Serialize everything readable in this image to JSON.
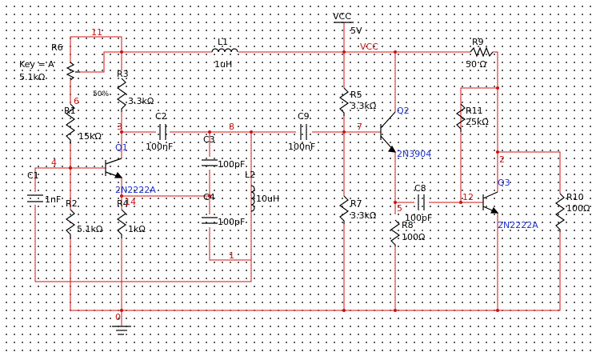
{
  "colors": {
    "wire": "#d01010",
    "component": "#000000",
    "transistor_label": "#1a2fd0",
    "net_label": "#d01010"
  },
  "supply": {
    "label": "VCC",
    "voltage": "5V",
    "net_name": "VCC"
  },
  "ground": {
    "icon": "ground-icon"
  },
  "nets": [
    "11",
    "6",
    "3",
    "4",
    "8",
    "14",
    "1",
    "7",
    "5",
    "12",
    "2",
    "0"
  ],
  "components": {
    "R6": {
      "ref": "R6",
      "key": "Key = A",
      "value": "5.1kΩ",
      "wiper": "50%"
    },
    "R1": {
      "ref": "R1",
      "value": "15kΩ"
    },
    "R2": {
      "ref": "R2",
      "value": "5.1kΩ"
    },
    "R3": {
      "ref": "R3",
      "value": "3.3kΩ"
    },
    "R4": {
      "ref": "R4",
      "value": "1kΩ"
    },
    "R5": {
      "ref": "R5",
      "value": "3.3kΩ"
    },
    "R7": {
      "ref": "R7",
      "value": "3.3kΩ"
    },
    "R8": {
      "ref": "R8",
      "value": "100Ω"
    },
    "R9": {
      "ref": "R9",
      "value": "50 Ω"
    },
    "R10": {
      "ref": "R10",
      "value": "100Ω"
    },
    "R11": {
      "ref": "R11",
      "value": "25kΩ"
    },
    "C1": {
      "ref": "C1",
      "value": "1nF"
    },
    "C2": {
      "ref": "C2",
      "value": "100nF"
    },
    "C3": {
      "ref": "C3",
      "value": "100pF"
    },
    "C4": {
      "ref": "C4",
      "value": "100pF"
    },
    "C8": {
      "ref": "C8",
      "value": "100pF"
    },
    "C9": {
      "ref": "C9",
      "value": "100nF"
    },
    "L1": {
      "ref": "L1",
      "value": "1uH"
    },
    "L2": {
      "ref": "L2",
      "value": "10uH"
    },
    "Q1": {
      "ref": "Q1",
      "model": "2N2222A"
    },
    "Q2": {
      "ref": "Q2",
      "model": "2N3904"
    },
    "Q3": {
      "ref": "Q3",
      "model": "2N2222A"
    }
  }
}
